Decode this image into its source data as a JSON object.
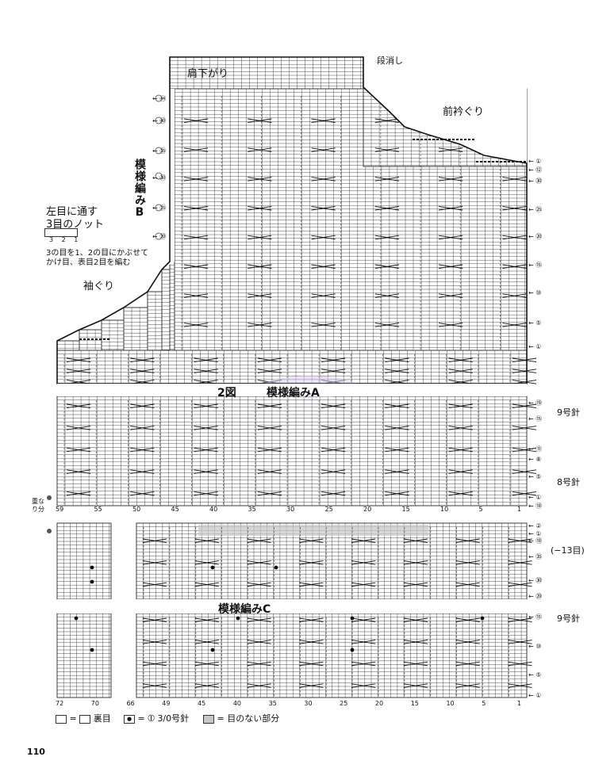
{
  "labels": {
    "shoulder_slope": "肩下がり",
    "bind_off": "段消し",
    "front_neck": "前衿ぐり",
    "armhole": "袖ぐり",
    "pattern_b_vertical": "模様編みB",
    "figure2": "2図",
    "pattern_a": "模様編みA",
    "pattern_c": "模様編みC",
    "needle9_upper": "9号針",
    "needle8": "8号針",
    "needle9_lower": "9号針",
    "overlap": "重なり分",
    "minus13": "(−13目)",
    "page_number": "110"
  },
  "knot_note": {
    "title_line1": "左目に通す",
    "title_line2": "3目のノット",
    "symbol_numbers": "3 2 1",
    "desc_line1": "3の目を1、2の目にかぶせて",
    "desc_line2": "かけ目、表目2目を編む"
  },
  "legend": {
    "eq1": "= ",
    "purl": "裏目",
    "needle": "3/0号針",
    "no_stitch": "= 目のない部分"
  },
  "axis_upper": [
    "59",
    "55",
    "50",
    "45",
    "40",
    "35",
    "30",
    "25",
    "20",
    "15",
    "10",
    "5",
    "1"
  ],
  "axis_lower": [
    "72",
    "70",
    "66",
    "49",
    "45",
    "40",
    "35",
    "30",
    "25",
    "20",
    "15",
    "10",
    "5",
    "1"
  ],
  "rows_right_b": [
    "①",
    "⑫",
    "㉚",
    "㉕",
    "⑳",
    "⑮",
    "⑩",
    "⑤",
    "①"
  ],
  "rows_right_a": [
    "⑲",
    "⑮",
    "⑪",
    "⑧",
    "⑤",
    "①",
    "⑱"
  ],
  "rows_right_c_top": [
    "②",
    "①",
    "⑱",
    "㉟",
    "㉚",
    "㉙"
  ],
  "rows_right_c": [
    "⑮",
    "⑩",
    "⑤",
    "①"
  ],
  "rows_left": [
    "㊹",
    "㊵",
    "㉟",
    "㉚",
    "㉕",
    "⑳"
  ],
  "colors": {
    "grid": "#3a3a3a",
    "gray": "#c8c8c8",
    "ink": "#111111",
    "watermark": "#d9c8f0"
  }
}
